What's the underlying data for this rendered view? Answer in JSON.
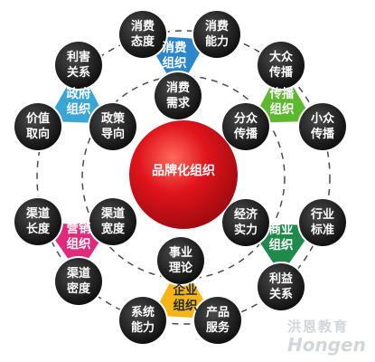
{
  "center": {
    "label": "品牌化组织"
  },
  "groups": [
    {
      "key": "consumer",
      "label": "消费组织",
      "color": "#2c86c9",
      "items": [
        {
          "label": "消费态度"
        },
        {
          "label": "消费能力"
        },
        {
          "label": "消费需求"
        }
      ]
    },
    {
      "key": "communication",
      "label": "传播组织",
      "color": "#5cb82e",
      "items": [
        {
          "label": "大众传播"
        },
        {
          "label": "小众传播"
        },
        {
          "label": "分众传播"
        }
      ]
    },
    {
      "key": "business",
      "label": "商业组织",
      "color": "#1f8a4c",
      "items": [
        {
          "label": "经济实力"
        },
        {
          "label": "行业标准"
        },
        {
          "label": "利益关系"
        }
      ]
    },
    {
      "key": "enterprise",
      "label": "企业组织",
      "color": "#f6b416",
      "items": [
        {
          "label": "事业理论"
        },
        {
          "label": "产品服务"
        },
        {
          "label": "系统能力"
        }
      ]
    },
    {
      "key": "marketing",
      "label": "营销组织",
      "color": "#e12a7c",
      "items": [
        {
          "label": "渠道宽度"
        },
        {
          "label": "渠道密度"
        },
        {
          "label": "渠道长度"
        }
      ]
    },
    {
      "key": "government",
      "label": "政府组织",
      "color": "#3aa6d6",
      "items": [
        {
          "label": "利害关系"
        },
        {
          "label": "政策导向"
        },
        {
          "label": "价值取向"
        }
      ]
    }
  ],
  "colors": {
    "center_fill": "#d9101a",
    "node_fill": "#1c1c1c",
    "dashed_ring": "#4a4a4a"
  },
  "watermark": {
    "cn": "洪恩教育",
    "en": "Hongen"
  }
}
